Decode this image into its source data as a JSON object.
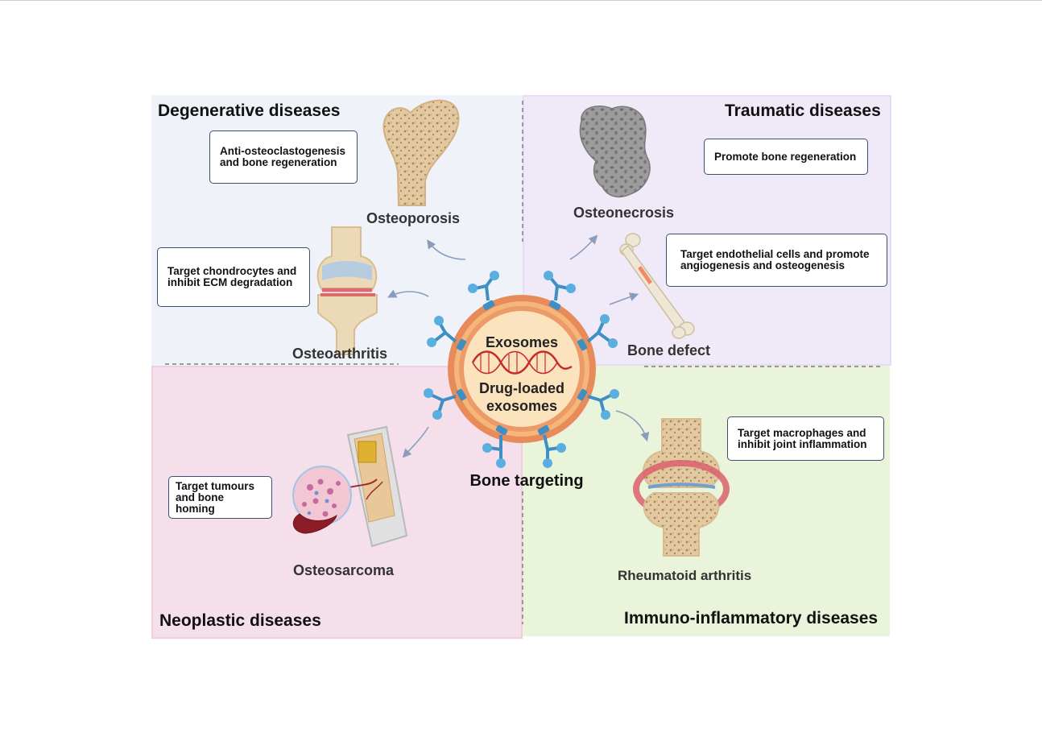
{
  "quadrants": {
    "degenerative": {
      "heading": "Degenerative diseases",
      "diseases": {
        "osteoporosis": "Osteoporosis",
        "osteoarthritis": "Osteoarthritis"
      },
      "boxes": {
        "osteoporosis": [
          "Anti-osteoclastogenesis",
          "and bone regeneration"
        ],
        "osteoarthritis": [
          "Target chondrocytes and",
          "inhibit ECM degradation"
        ]
      }
    },
    "traumatic": {
      "heading": "Traumatic diseases",
      "diseases": {
        "osteonecrosis": "Osteonecrosis",
        "bone_defect": "Bone defect"
      },
      "boxes": {
        "osteonecrosis": [
          "Promote bone regeneration"
        ],
        "bone_defect": [
          "Target endothelial cells and promote",
          "angiogenesis and osteogenesis"
        ]
      }
    },
    "neoplastic": {
      "heading": "Neoplastic diseases",
      "diseases": {
        "osteosarcoma": "Osteosarcoma"
      },
      "boxes": {
        "osteosarcoma": [
          "Target tumours",
          "and bone homing"
        ]
      }
    },
    "immuno": {
      "heading": "Immuno-inflammatory diseases",
      "diseases": {
        "ra": "Rheumatoid arthritis"
      },
      "boxes": {
        "ra": [
          "Target macrophages and",
          "inhibit joint inflammation"
        ]
      }
    }
  },
  "center": {
    "exosomes": "Exosomes",
    "drug_loaded_1": "Drug-loaded",
    "drug_loaded_2": "exosomes",
    "bone_targeting": "Bone targeting"
  },
  "colors": {
    "degenerative_bg": "#eff3f9",
    "traumatic_bg": "#f0e9f8",
    "neoplastic_bg": "#f4dfea",
    "immuno_bg": "#e9f4da",
    "exosome_ring": "#e8915f",
    "exosome_core": "#fbe3bd",
    "ligand": "#4a9fd6",
    "arrow": "#8a9dbd"
  },
  "icons": [
    "femur-osteoporosis-icon",
    "knee-osteoarthritis-icon",
    "necrotic-bone-icon",
    "long-bone-defect-icon",
    "osteosarcoma-tumour-icon",
    "inflamed-joint-icon",
    "exosome-icon",
    "rna-strand-icon",
    "targeting-ligand-icon"
  ]
}
